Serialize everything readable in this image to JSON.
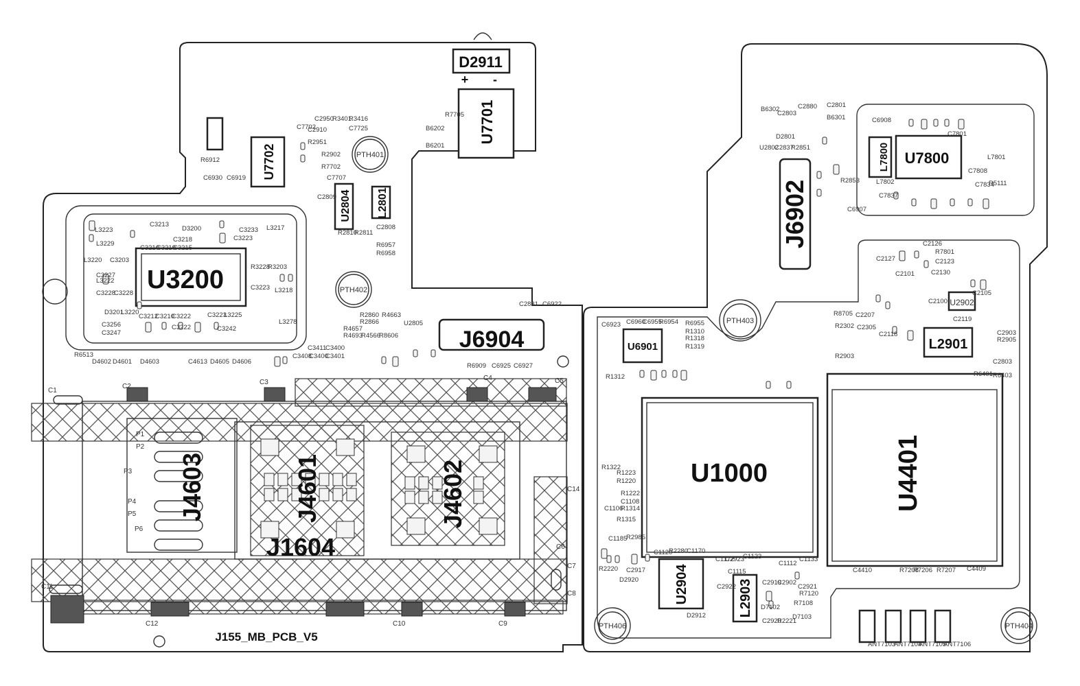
{
  "board": {
    "pcb_name": "J155_MB_PCB_V5"
  },
  "major_components": [
    {
      "id": "u3200",
      "label": "U3200"
    },
    {
      "id": "u1000",
      "label": "U1000"
    },
    {
      "id": "u4401",
      "label": "U4401"
    },
    {
      "id": "u7800",
      "label": "U7800"
    },
    {
      "id": "u7701",
      "label": "U7701"
    },
    {
      "id": "u7702",
      "label": "U7702"
    },
    {
      "id": "u2804",
      "label": "U2804"
    },
    {
      "id": "u2904",
      "label": "U2904"
    },
    {
      "id": "u6901",
      "label": "U6901"
    },
    {
      "id": "u2902",
      "label": "U2902"
    },
    {
      "id": "j6902",
      "label": "J6902"
    },
    {
      "id": "j6904",
      "label": "J6904"
    },
    {
      "id": "j4601",
      "label": "J4601"
    },
    {
      "id": "j4602",
      "label": "J4602"
    },
    {
      "id": "j4603",
      "label": "J4603"
    },
    {
      "id": "j1604",
      "label": "J1604"
    },
    {
      "id": "l2801",
      "label": "L2801"
    },
    {
      "id": "l2901",
      "label": "L2901"
    },
    {
      "id": "l2903",
      "label": "L2903"
    },
    {
      "id": "l7800",
      "label": "L7800"
    },
    {
      "id": "d2911",
      "label": "D2911"
    }
  ],
  "holes": [
    {
      "id": "pth401",
      "label": "PTH401"
    },
    {
      "id": "pth402",
      "label": "PTH402"
    },
    {
      "id": "pth403",
      "label": "PTH403"
    },
    {
      "id": "pth404",
      "label": "PTH404"
    },
    {
      "id": "pth406",
      "label": "PTH406"
    }
  ],
  "polarity": {
    "plus": "+",
    "minus": "-"
  },
  "small_labels": [
    {
      "text": "R6912"
    },
    {
      "text": "C6930"
    },
    {
      "text": "C6919"
    },
    {
      "text": "C7702"
    },
    {
      "text": "C2950"
    },
    {
      "text": "R3401"
    },
    {
      "text": "R3416"
    },
    {
      "text": "C2910"
    },
    {
      "text": "C7725"
    },
    {
      "text": "R2951"
    },
    {
      "text": "R2902"
    },
    {
      "text": "R7702"
    },
    {
      "text": "C7707"
    },
    {
      "text": "B6202"
    },
    {
      "text": "B6201"
    },
    {
      "text": "R7705"
    },
    {
      "text": "C2808"
    },
    {
      "text": "C2809"
    },
    {
      "text": "R2810"
    },
    {
      "text": "R2811"
    },
    {
      "text": "R6957"
    },
    {
      "text": "R6958"
    },
    {
      "text": "D3200"
    },
    {
      "text": "L3217"
    },
    {
      "text": "C3213"
    },
    {
      "text": "L3223"
    },
    {
      "text": "L3229"
    },
    {
      "text": "L3220"
    },
    {
      "text": "C3203"
    },
    {
      "text": "C3210"
    },
    {
      "text": "C3219"
    },
    {
      "text": "C3215"
    },
    {
      "text": "C3218"
    },
    {
      "text": "C3233"
    },
    {
      "text": "C3223"
    },
    {
      "text": "L3222"
    },
    {
      "text": "C3227"
    },
    {
      "text": "C3228"
    },
    {
      "text": "C3228"
    },
    {
      "text": "D3201"
    },
    {
      "text": "L3220"
    },
    {
      "text": "C3212"
    },
    {
      "text": "C3210"
    },
    {
      "text": "C3222"
    },
    {
      "text": "C3222"
    },
    {
      "text": "C3223"
    },
    {
      "text": "L3225"
    },
    {
      "text": "C3256"
    },
    {
      "text": "C3247"
    },
    {
      "text": "C3242"
    },
    {
      "text": "R3228"
    },
    {
      "text": "R3203"
    },
    {
      "text": "L3278"
    },
    {
      "text": "C3223"
    },
    {
      "text": "L3218"
    },
    {
      "text": "R6513"
    },
    {
      "text": "D4602"
    },
    {
      "text": "D4601"
    },
    {
      "text": "D4603"
    },
    {
      "text": "C4613"
    },
    {
      "text": "D4605"
    },
    {
      "text": "D4606"
    },
    {
      "text": "C3408"
    },
    {
      "text": "C3400"
    },
    {
      "text": "C3401"
    },
    {
      "text": "C3411"
    },
    {
      "text": "C3400"
    },
    {
      "text": "R2860"
    },
    {
      "text": "R2866"
    },
    {
      "text": "R4657"
    },
    {
      "text": "R4693"
    },
    {
      "text": "R4566"
    },
    {
      "text": "R8606"
    },
    {
      "text": "R4663"
    },
    {
      "text": "U2805"
    },
    {
      "text": "C2831"
    },
    {
      "text": "C6922"
    },
    {
      "text": "R6909"
    },
    {
      "text": "C6925"
    },
    {
      "text": "C6927"
    },
    {
      "text": "C6923"
    },
    {
      "text": "C6960"
    },
    {
      "text": "C6955"
    },
    {
      "text": "R6954"
    },
    {
      "text": "R6955"
    },
    {
      "text": "R1310"
    },
    {
      "text": "R1318"
    },
    {
      "text": "R1319"
    },
    {
      "text": "R1312"
    },
    {
      "text": "R1322"
    },
    {
      "text": "R1223"
    },
    {
      "text": "R1220"
    },
    {
      "text": "R1222"
    },
    {
      "text": "C1108"
    },
    {
      "text": "C1106"
    },
    {
      "text": "R1314"
    },
    {
      "text": "R1315"
    },
    {
      "text": "C1185"
    },
    {
      "text": "R2985"
    },
    {
      "text": "C1120"
    },
    {
      "text": "R2280"
    },
    {
      "text": "C1170"
    },
    {
      "text": "C1172"
    },
    {
      "text": "C2923"
    },
    {
      "text": "C1123"
    },
    {
      "text": "C1112"
    },
    {
      "text": "C1133"
    },
    {
      "text": "C1115"
    },
    {
      "text": "D2920"
    },
    {
      "text": "C2917"
    },
    {
      "text": "C2922"
    },
    {
      "text": "C2919"
    },
    {
      "text": "C2902"
    },
    {
      "text": "C2921"
    },
    {
      "text": "R7120"
    },
    {
      "text": "R7108"
    },
    {
      "text": "D7103"
    },
    {
      "text": "D7102"
    },
    {
      "text": "D2912"
    },
    {
      "text": "C2920"
    },
    {
      "text": "R2221"
    },
    {
      "text": "R2220"
    },
    {
      "text": "C2880"
    },
    {
      "text": "C2801"
    },
    {
      "text": "B6301"
    },
    {
      "text": "B6302"
    },
    {
      "text": "C2803"
    },
    {
      "text": "D2801"
    },
    {
      "text": "U2802"
    },
    {
      "text": "C2837"
    },
    {
      "text": "R2851"
    },
    {
      "text": "R2853"
    },
    {
      "text": "C6907"
    },
    {
      "text": "C6908"
    },
    {
      "text": "C7808"
    },
    {
      "text": "L7801"
    },
    {
      "text": "L7802"
    },
    {
      "text": "C7837"
    },
    {
      "text": "R5111"
    },
    {
      "text": "C7834"
    },
    {
      "text": "C7801"
    },
    {
      "text": "R7801"
    },
    {
      "text": "C2126"
    },
    {
      "text": "C2123"
    },
    {
      "text": "C2130"
    },
    {
      "text": "C2127"
    },
    {
      "text": "C2101"
    },
    {
      "text": "C2100"
    },
    {
      "text": "C2105"
    },
    {
      "text": "R8705"
    },
    {
      "text": "C2207"
    },
    {
      "text": "R2302"
    },
    {
      "text": "C2305"
    },
    {
      "text": "C2118"
    },
    {
      "text": "C2119"
    },
    {
      "text": "C2903"
    },
    {
      "text": "R2905"
    },
    {
      "text": "R2903"
    },
    {
      "text": "C2803"
    },
    {
      "text": "R6403"
    },
    {
      "text": "R6401"
    },
    {
      "text": "C4409"
    },
    {
      "text": "C4410"
    },
    {
      "text": "R7208"
    },
    {
      "text": "R7206"
    },
    {
      "text": "R7207"
    },
    {
      "text": "ANT7103"
    },
    {
      "text": "ANT7104"
    },
    {
      "text": "ANT7105"
    },
    {
      "text": "ANT7106"
    }
  ],
  "slot_labels": [
    {
      "text": "C1"
    },
    {
      "text": "C2"
    },
    {
      "text": "C3"
    },
    {
      "text": "C4"
    },
    {
      "text": "C5"
    },
    {
      "text": "C6"
    },
    {
      "text": "C7"
    },
    {
      "text": "C8"
    },
    {
      "text": "C9"
    },
    {
      "text": "C10"
    },
    {
      "text": "C11"
    },
    {
      "text": "C12"
    },
    {
      "text": "C14"
    },
    {
      "text": "P1"
    },
    {
      "text": "P2"
    },
    {
      "text": "P3"
    },
    {
      "text": "P4"
    },
    {
      "text": "P5"
    },
    {
      "text": "P6"
    }
  ]
}
